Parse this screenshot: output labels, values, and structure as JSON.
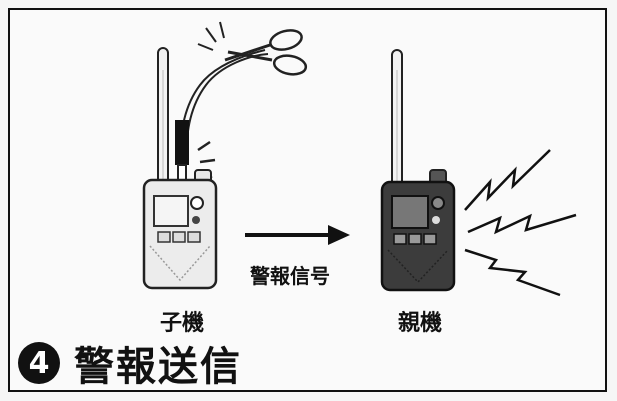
{
  "labels": {
    "child": "子機",
    "parent": "親機",
    "signal": "警報信号"
  },
  "heading": {
    "number": "4",
    "title": "警報送信"
  },
  "icons": [
    "scissors-icon",
    "arrow-right-icon",
    "lightning-bolt-icon"
  ]
}
